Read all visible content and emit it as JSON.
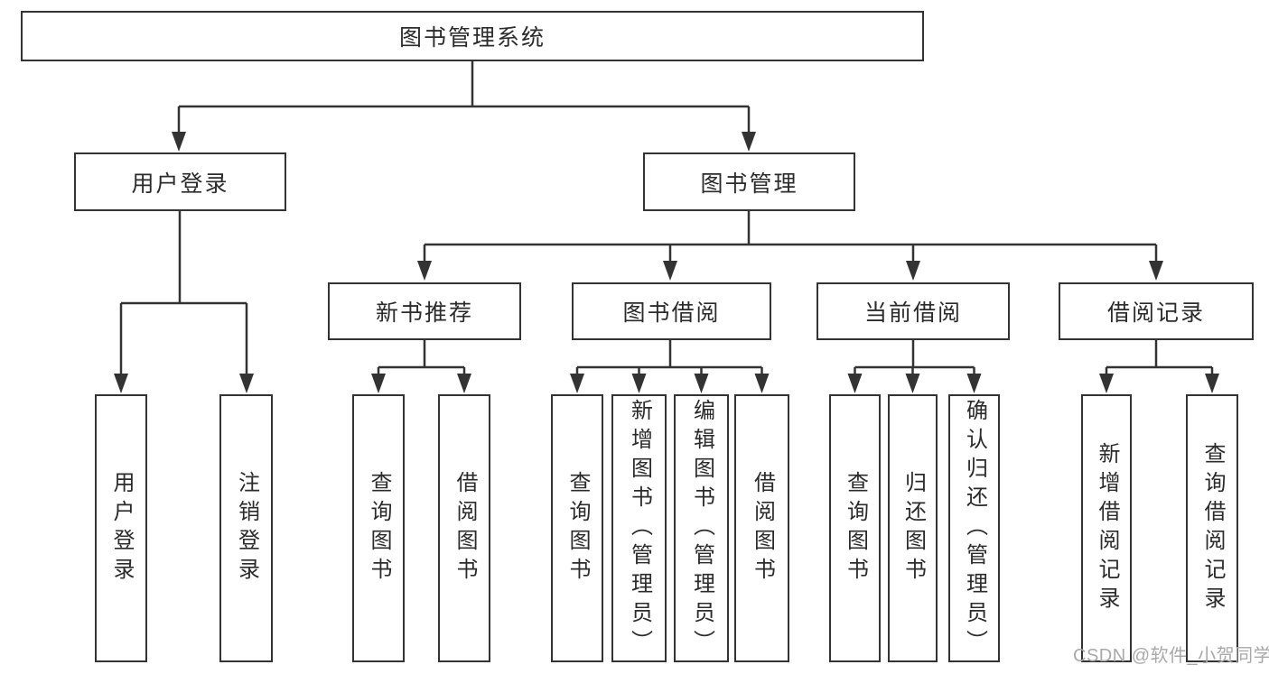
{
  "colors": {
    "background": "#ffffff",
    "line": "#333333",
    "box_border": "#333333",
    "text": "#2b2b2b",
    "watermark": "#a9a9a9"
  },
  "watermark": {
    "text": "CSDN @软件_小贺同学"
  },
  "tree": {
    "root": {
      "label": "图书管理系统"
    },
    "level2": [
      {
        "label": "用户登录"
      },
      {
        "label": "图书管理"
      }
    ],
    "level3": [
      {
        "label": "新书推荐"
      },
      {
        "label": "图书借阅"
      },
      {
        "label": "当前借阅"
      },
      {
        "label": "借阅记录"
      }
    ],
    "leaves": {
      "user_login": [
        {
          "label": "用户登录"
        },
        {
          "label": "注销登录"
        }
      ],
      "new_book": [
        {
          "label": "查询图书"
        },
        {
          "label": "借阅图书"
        }
      ],
      "book_borrow": [
        {
          "label": "查询图书"
        },
        {
          "label": "新增图书（管理员）"
        },
        {
          "label": "编辑图书（管理员）"
        },
        {
          "label": "借阅图书"
        }
      ],
      "current_borrow": [
        {
          "label": "查询图书"
        },
        {
          "label": "归还图书"
        },
        {
          "label": "确认归还（管理员）"
        }
      ],
      "borrow_record": [
        {
          "label": "新增借阅记录"
        },
        {
          "label": "查询借阅记录"
        }
      ]
    }
  }
}
